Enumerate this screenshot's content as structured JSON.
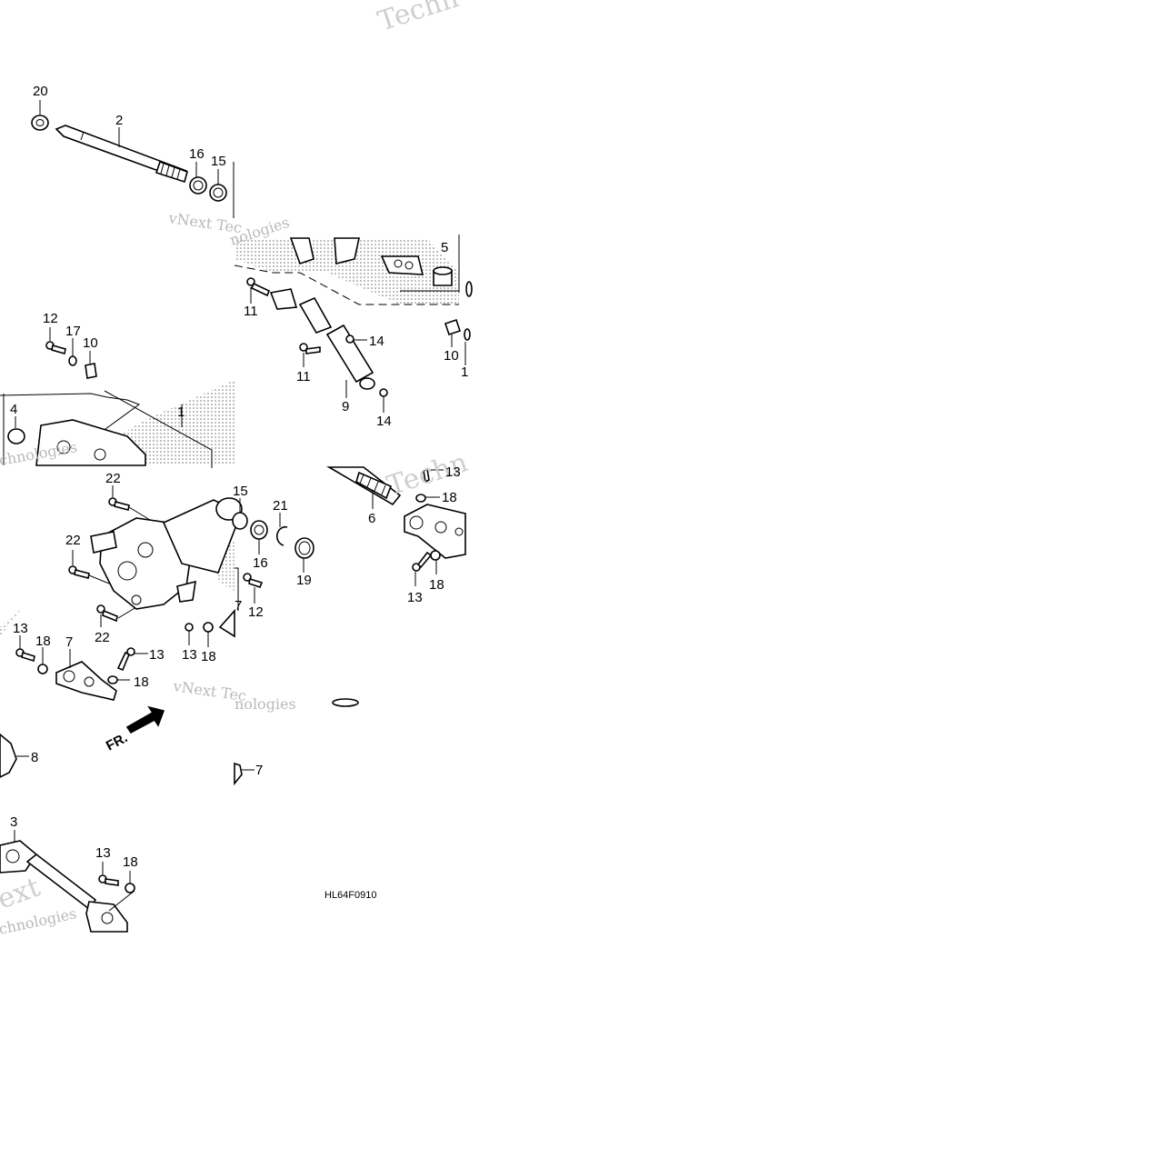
{
  "diagram": {
    "drawing_code": "HL64F0910",
    "watermark": {
      "line1": "vNext Technologies",
      "fragment_top": "Techn",
      "fragment_mid_line1": "vNext Tec",
      "fragment_mid_line2": "nologies",
      "fragment_bottom_line1": "ext",
      "fragment_bottom_line2": "chnologies",
      "fragment_right": "Techn"
    },
    "direction_label": "FR.",
    "callouts": [
      {
        "id": "c20",
        "text": "20"
      },
      {
        "id": "c2",
        "text": "2"
      },
      {
        "id": "c16a",
        "text": "16"
      },
      {
        "id": "c15a",
        "text": "15"
      },
      {
        "id": "c5",
        "text": "5"
      },
      {
        "id": "c11a",
        "text": "11"
      },
      {
        "id": "c11b",
        "text": "11"
      },
      {
        "id": "c14a",
        "text": "14"
      },
      {
        "id": "c14b",
        "text": "14"
      },
      {
        "id": "c9",
        "text": "9"
      },
      {
        "id": "c10a",
        "text": "10"
      },
      {
        "id": "c1a",
        "text": "1"
      },
      {
        "id": "c12a",
        "text": "12"
      },
      {
        "id": "c17",
        "text": "17"
      },
      {
        "id": "c10b",
        "text": "10"
      },
      {
        "id": "c4",
        "text": "4"
      },
      {
        "id": "c1b",
        "text": "1"
      },
      {
        "id": "c22a",
        "text": "22"
      },
      {
        "id": "c15b",
        "text": "15"
      },
      {
        "id": "c21",
        "text": "21"
      },
      {
        "id": "c16b",
        "text": "16"
      },
      {
        "id": "c19",
        "text": "19"
      },
      {
        "id": "c22b",
        "text": "22"
      },
      {
        "id": "c22c",
        "text": "22"
      },
      {
        "id": "c7a",
        "text": "7"
      },
      {
        "id": "c12b",
        "text": "12"
      },
      {
        "id": "c13a",
        "text": "13"
      },
      {
        "id": "c18a",
        "text": "18"
      },
      {
        "id": "c13b",
        "text": "13"
      },
      {
        "id": "c18b",
        "text": "18"
      },
      {
        "id": "c13c",
        "text": "13"
      },
      {
        "id": "c18c",
        "text": "18"
      },
      {
        "id": "c7b",
        "text": "7"
      },
      {
        "id": "c18d",
        "text": "18"
      },
      {
        "id": "c13d",
        "text": "13"
      },
      {
        "id": "c6",
        "text": "6"
      },
      {
        "id": "c13e",
        "text": "13"
      },
      {
        "id": "c18e",
        "text": "18"
      },
      {
        "id": "c13f",
        "text": "13"
      },
      {
        "id": "c18f",
        "text": "18"
      },
      {
        "id": "c8",
        "text": "8"
      },
      {
        "id": "c7c",
        "text": "7"
      },
      {
        "id": "c3",
        "text": "3"
      },
      {
        "id": "c13g",
        "text": "13"
      },
      {
        "id": "c18g",
        "text": "18"
      }
    ]
  }
}
